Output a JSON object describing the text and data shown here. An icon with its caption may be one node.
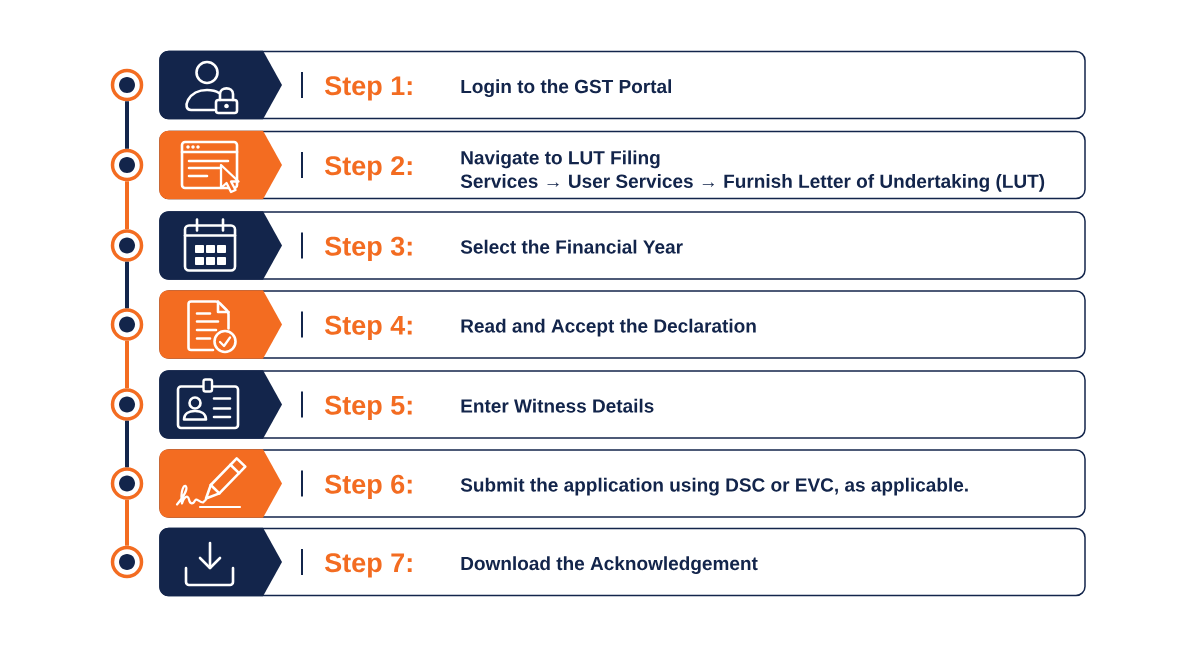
{
  "diagram": {
    "nodes": [
      {
        "text": [],
        "shape": "circle"
      },
      {
        "text": [
          "Step 1:",
          "Login to the GST Portal"
        ]
      },
      {
        "text": [],
        "shape": "circle"
      },
      {
        "text": [
          "Step 2:",
          "Navigate to LUT Filing",
          "Services → User Services → Furnish Letter of Undertaking (LUT)"
        ]
      },
      {
        "text": [],
        "shape": "circle"
      },
      {
        "text": [
          "Step 3:",
          "Select the Financial Year"
        ]
      },
      {
        "text": [],
        "shape": "circle"
      },
      {
        "text": [
          "Step 4:",
          "Read and Accept the Declaration"
        ]
      },
      {
        "text": [],
        "shape": "circle"
      },
      {
        "text": [
          "Step 5:",
          "Enter Witness Details"
        ]
      },
      {
        "text": [],
        "shape": "circle"
      },
      {
        "text": [
          "Step 6:",
          "Submit the application using DSC or EVC, as applicable."
        ]
      },
      {
        "text": [],
        "shape": "circle"
      },
      {
        "text": [
          "Step 7:",
          "Download the Acknowledgement"
        ]
      }
    ],
    "edges": [
      {
        "from": 0,
        "to": 2,
        "arrow": "none"
      },
      {
        "from": 2,
        "to": 4,
        "arrow": "none",
        "color": "#f36c21"
      },
      {
        "from": 4,
        "to": 6,
        "arrow": "none"
      },
      {
        "from": 6,
        "to": 8,
        "arrow": "none",
        "color": "#f36c21"
      },
      {
        "from": 8,
        "to": 10,
        "arrow": "none"
      },
      {
        "from": 10,
        "to": 12,
        "arrow": "none",
        "color": "#f36c21"
      }
    ]
  }
}
